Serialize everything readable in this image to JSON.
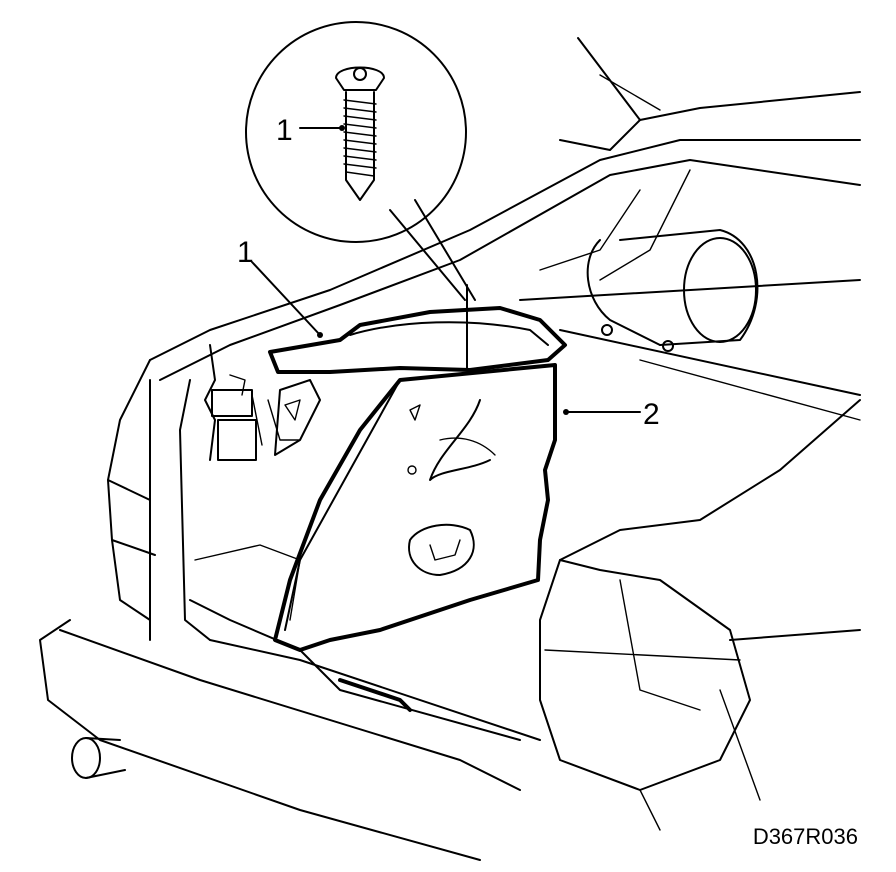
{
  "labels": {
    "callout_screw": "1",
    "callout_screw_detail": "1",
    "callout_panel": "2"
  },
  "drawing_code": "D367R036",
  "colors": {
    "line": "#000000",
    "background": "#ffffff"
  },
  "icons": [
    "screw-icon"
  ]
}
